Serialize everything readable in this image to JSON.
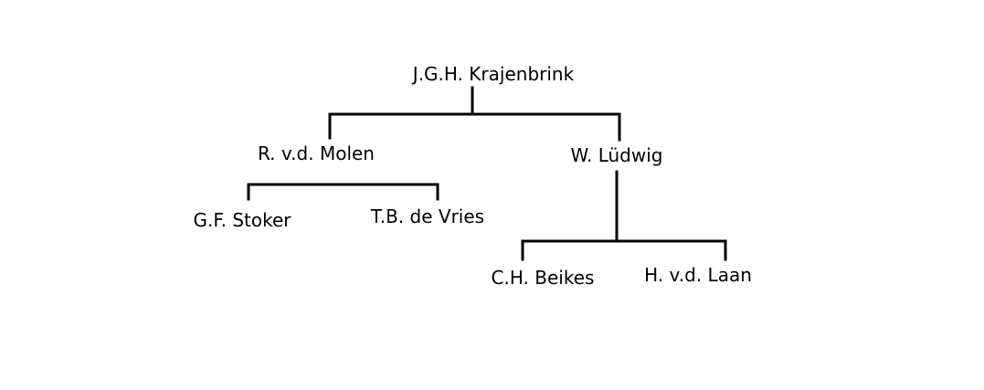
{
  "org_chart": {
    "root": {
      "name": "J.G.H. Krajenbrink"
    },
    "level1": [
      {
        "name": "R. v.d. Molen"
      },
      {
        "name": "W. Lüdwig"
      }
    ],
    "molen_reports": [
      {
        "name": "G.F. Stoker"
      },
      {
        "name": "T.B. de Vries"
      }
    ],
    "ludwig_reports": [
      {
        "name": "C.H. Beikes"
      },
      {
        "name": "H. v.d. Laan"
      }
    ]
  },
  "colors": {
    "lines": "#000000",
    "text": "#000000",
    "background": "#ffffff"
  }
}
